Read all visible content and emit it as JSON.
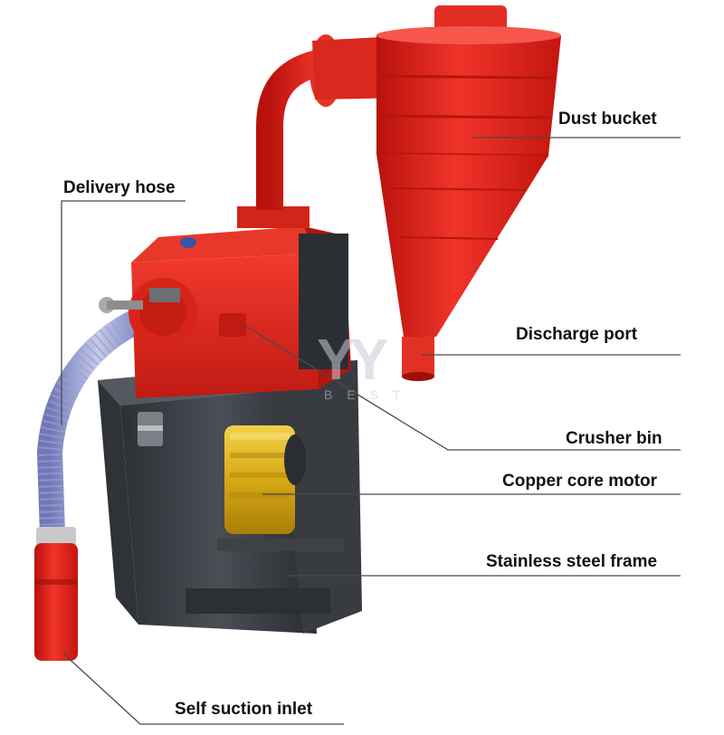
{
  "labels": {
    "dust_bucket": "Dust bucket",
    "delivery_hose": "Delivery hose",
    "discharge_port": "Discharge port",
    "crusher_bin": "Crusher bin",
    "copper_core_motor": "Copper core motor",
    "stainless_steel_frame": "Stainless steel frame",
    "self_suction_inlet": "Self suction inlet"
  },
  "watermark": {
    "mark": "YY",
    "text": "BEST"
  },
  "colors": {
    "machine_red": "#e8231c",
    "frame_gray": "#3a3d42",
    "motor_gold": "#d9b21c",
    "hose_blue": "#8a93c8",
    "leader_line": "#4a4a4a",
    "label_text": "#111111"
  }
}
